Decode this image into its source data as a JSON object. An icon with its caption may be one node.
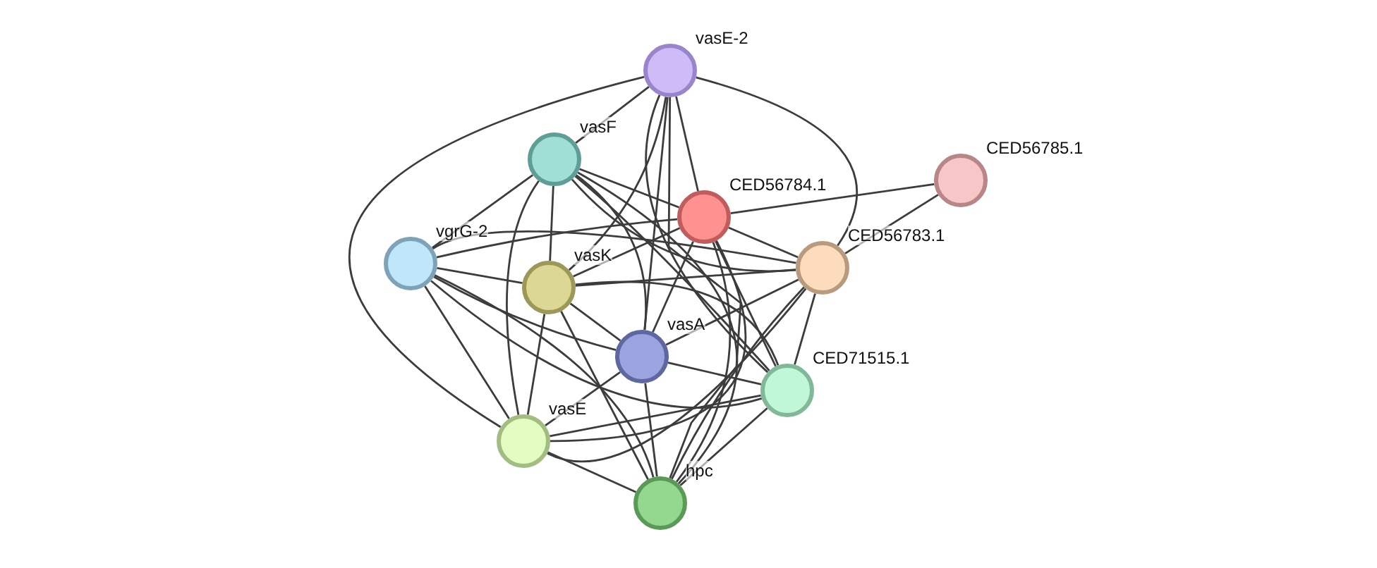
{
  "diagram": {
    "nodes": [
      {
        "text": [
          "vasE-2"
        ]
      },
      {
        "text": [
          "vasF"
        ]
      },
      {
        "text": [
          "CED56784.1"
        ]
      },
      {
        "text": [
          "CED56785.1"
        ]
      },
      {
        "text": [
          "vgrG-2"
        ]
      },
      {
        "text": [
          "CED56783.1"
        ]
      },
      {
        "text": [
          "vasK"
        ]
      },
      {
        "text": [
          "vasA"
        ]
      },
      {
        "text": [
          "CED71515.1"
        ]
      },
      {
        "text": [
          "vasE"
        ]
      },
      {
        "text": [
          "hpc"
        ]
      }
    ],
    "edges": [
      {
        "from": 0,
        "to": 1,
        "arrow": "none"
      },
      {
        "from": 0,
        "to": 2,
        "arrow": "none"
      },
      {
        "from": 0,
        "to": 5,
        "arrow": "none"
      },
      {
        "from": 0,
        "to": 6,
        "arrow": "none"
      },
      {
        "from": 0,
        "to": 7,
        "arrow": "none"
      },
      {
        "from": 0,
        "to": 8,
        "arrow": "none"
      },
      {
        "from": 0,
        "to": 9,
        "arrow": "none"
      },
      {
        "from": 0,
        "to": 10,
        "arrow": "none"
      },
      {
        "from": 1,
        "to": 2,
        "arrow": "none"
      },
      {
        "from": 1,
        "to": 4,
        "arrow": "none"
      },
      {
        "from": 1,
        "to": 5,
        "arrow": "none"
      },
      {
        "from": 1,
        "to": 6,
        "arrow": "none"
      },
      {
        "from": 1,
        "to": 7,
        "arrow": "none"
      },
      {
        "from": 1,
        "to": 8,
        "arrow": "none"
      },
      {
        "from": 1,
        "to": 9,
        "arrow": "none"
      },
      {
        "from": 1,
        "to": 10,
        "arrow": "none"
      },
      {
        "from": 2,
        "to": 3,
        "arrow": "none"
      },
      {
        "from": 2,
        "to": 4,
        "arrow": "none"
      },
      {
        "from": 2,
        "to": 5,
        "arrow": "none"
      },
      {
        "from": 2,
        "to": 6,
        "arrow": "none"
      },
      {
        "from": 2,
        "to": 7,
        "arrow": "none"
      },
      {
        "from": 2,
        "to": 8,
        "arrow": "none"
      },
      {
        "from": 2,
        "to": 9,
        "arrow": "none"
      },
      {
        "from": 2,
        "to": 10,
        "arrow": "none"
      },
      {
        "from": 3,
        "to": 5,
        "arrow": "none"
      },
      {
        "from": 4,
        "to": 5,
        "arrow": "none"
      },
      {
        "from": 4,
        "to": 6,
        "arrow": "none"
      },
      {
        "from": 4,
        "to": 7,
        "arrow": "none"
      },
      {
        "from": 4,
        "to": 8,
        "arrow": "none"
      },
      {
        "from": 4,
        "to": 9,
        "arrow": "none"
      },
      {
        "from": 4,
        "to": 10,
        "arrow": "none"
      },
      {
        "from": 5,
        "to": 6,
        "arrow": "none"
      },
      {
        "from": 5,
        "to": 7,
        "arrow": "none"
      },
      {
        "from": 5,
        "to": 8,
        "arrow": "none"
      },
      {
        "from": 5,
        "to": 9,
        "arrow": "none"
      },
      {
        "from": 5,
        "to": 10,
        "arrow": "none"
      },
      {
        "from": 6,
        "to": 7,
        "arrow": "none"
      },
      {
        "from": 6,
        "to": 8,
        "arrow": "none"
      },
      {
        "from": 6,
        "to": 9,
        "arrow": "none"
      },
      {
        "from": 6,
        "to": 10,
        "arrow": "none"
      },
      {
        "from": 7,
        "to": 8,
        "arrow": "none"
      },
      {
        "from": 7,
        "to": 9,
        "arrow": "none"
      },
      {
        "from": 7,
        "to": 10,
        "arrow": "none"
      },
      {
        "from": 8,
        "to": 9,
        "arrow": "none"
      },
      {
        "from": 8,
        "to": 10,
        "arrow": "none"
      },
      {
        "from": 9,
        "to": 10,
        "arrow": "none"
      }
    ]
  }
}
